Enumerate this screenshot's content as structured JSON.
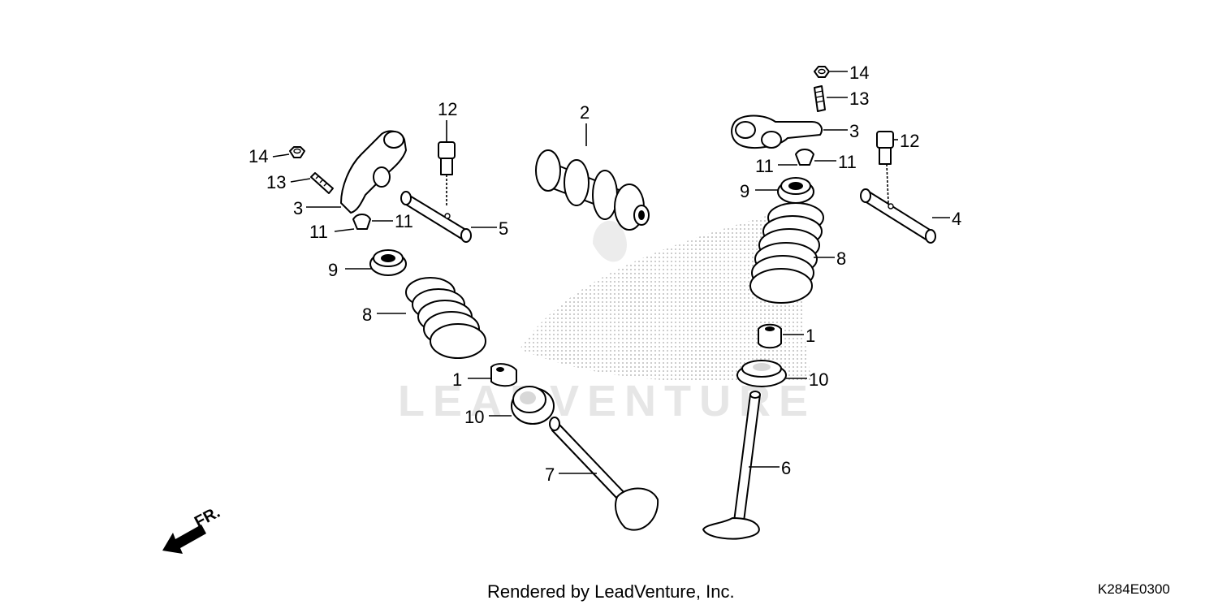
{
  "footer": {
    "credit": "Rendered by LeadVenture, Inc.",
    "code": "K284E0300"
  },
  "watermark": {
    "text": "LEADVENTURE"
  },
  "direction_marker": {
    "label": "FR."
  },
  "callouts": {
    "c1a": "1",
    "c1b": "1",
    "c2": "2",
    "c3a": "3",
    "c3b": "3",
    "c4": "4",
    "c5": "5",
    "c6": "6",
    "c7": "7",
    "c8a": "8",
    "c8b": "8",
    "c9a": "9",
    "c9b": "9",
    "c10a": "10",
    "c10b": "10",
    "c11a": "11",
    "c11b": "11",
    "c11c": "11",
    "c11d": "11",
    "c12a": "12",
    "c12b": "12",
    "c13a": "13",
    "c13b": "13",
    "c14a": "14",
    "c14b": "14"
  }
}
